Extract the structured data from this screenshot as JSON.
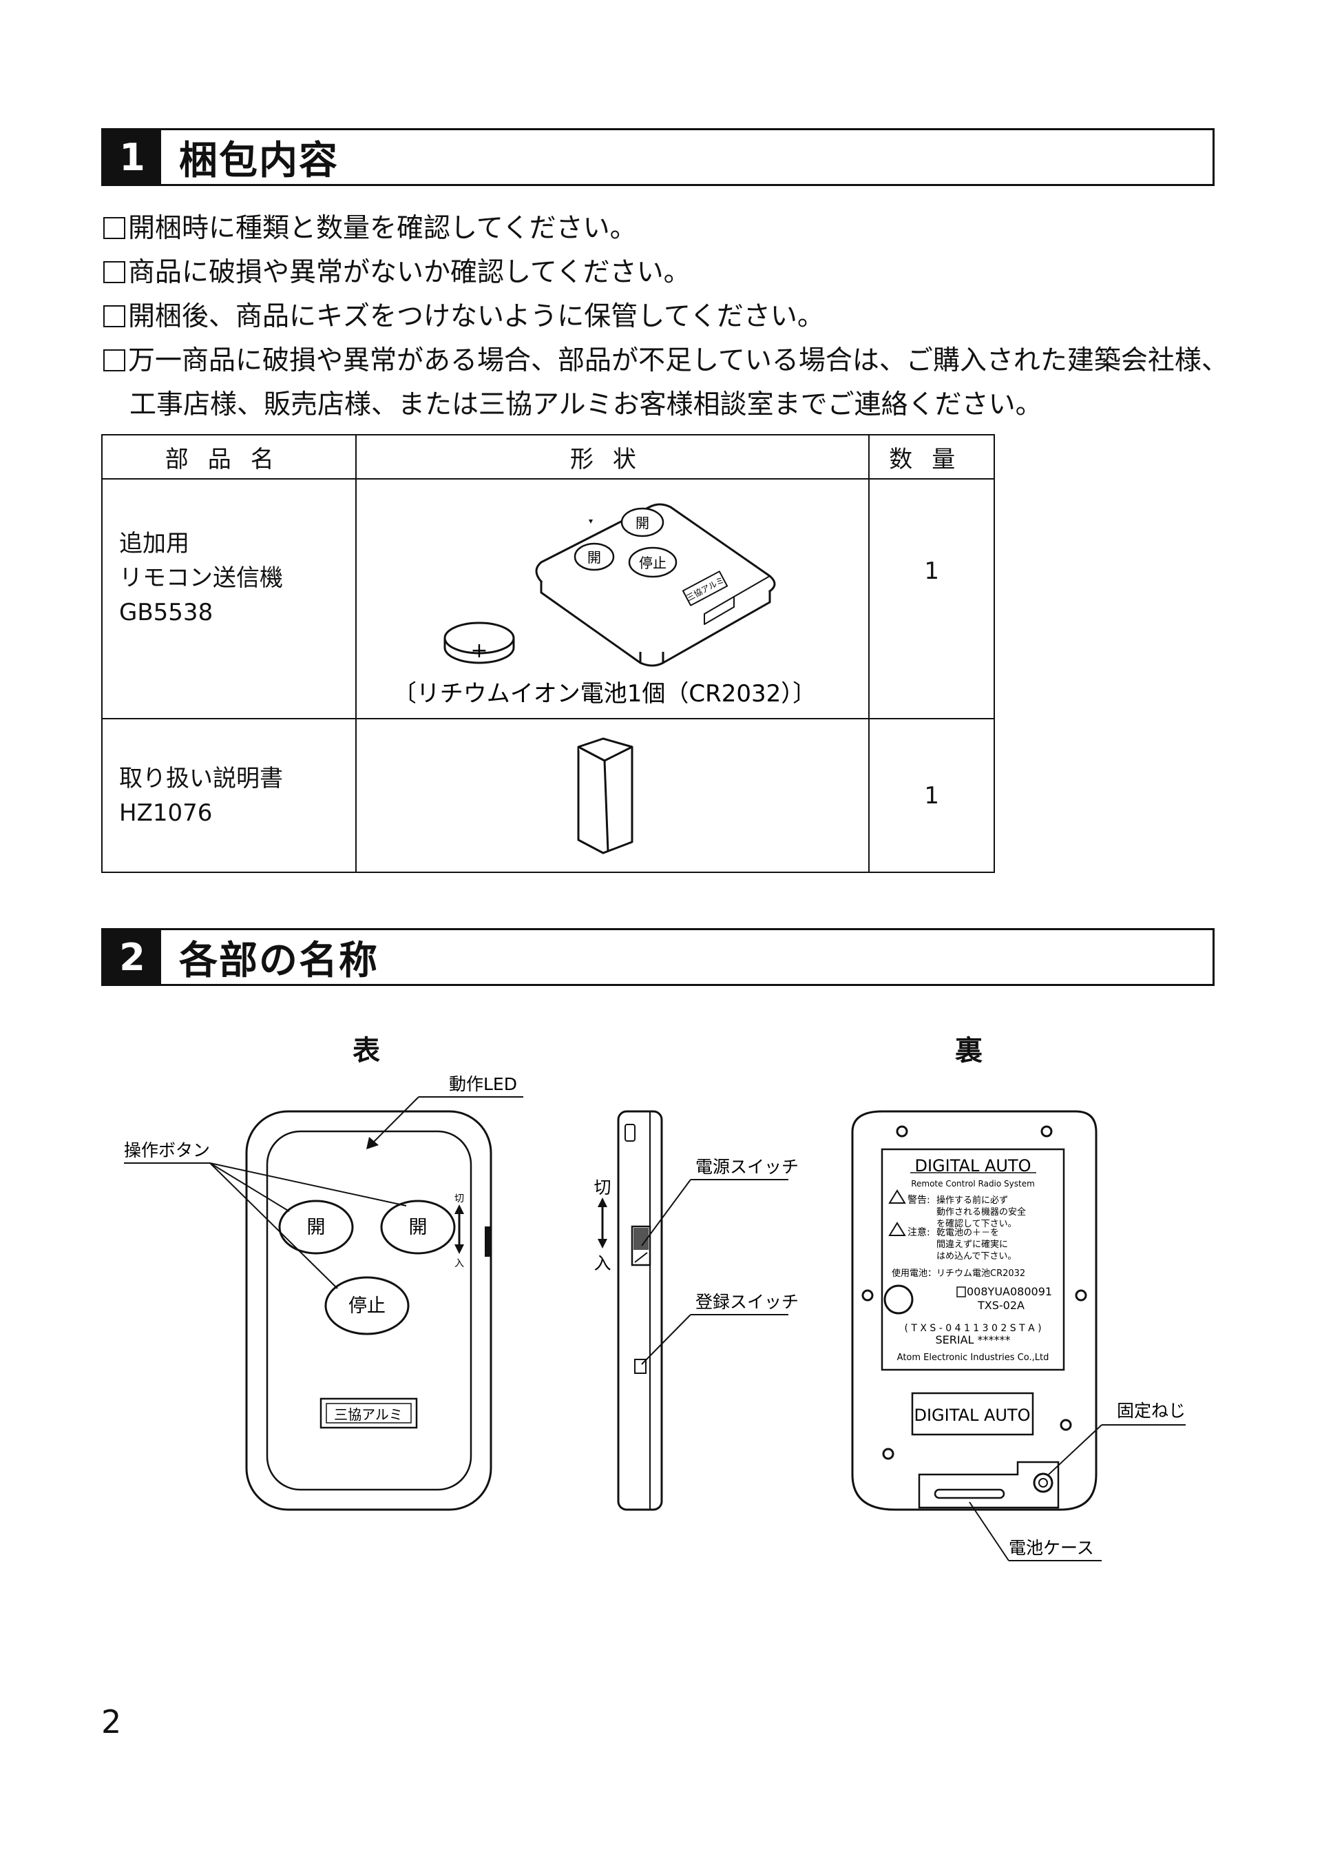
{
  "section1": {
    "number": "1",
    "title": "梱包内容"
  },
  "notes": [
    "開梱時に種類と数量を確認してください。",
    "商品に破損や異常がないか確認してください。",
    "開梱後、商品にキズをつけないように保管してください。",
    "万一商品に破損や異常がある場合、部品が不足している場合は、ご購入された建築会社様、"
  ],
  "note_continuation": "工事店様、販売店様、または三協アルミお客様相談室までご連絡ください。",
  "table": {
    "headers": [
      "部品名",
      "形状",
      "数量"
    ],
    "rows": [
      {
        "name_lines": [
          "追加用",
          "リモコン送信機",
          "GB5538"
        ],
        "qty": "1",
        "caption": "〔リチウムイオン電池1個（CR2032）〕"
      },
      {
        "name_lines": [
          "取り扱い説明書",
          "HZ1076"
        ],
        "qty": "1"
      }
    ]
  },
  "remote_labels": {
    "open1": "開",
    "open2": "開",
    "stop": "停止",
    "brand": "三協アルミ",
    "battery_plus": "+",
    "label_small": "三協アルミ"
  },
  "section2": {
    "number": "2",
    "title": "各部の名称"
  },
  "views": {
    "front": "表",
    "back": "裏"
  },
  "callouts": {
    "led": "動作LED",
    "buttons": "操作ボタン",
    "power_switch": "電源スイッチ",
    "register_switch": "登録スイッチ",
    "screw": "固定ねじ",
    "battery_case": "電池ケース",
    "off": "切",
    "on": "入"
  },
  "back_label": {
    "brand": "DIGITAL AUTO",
    "system": "Remote Control Radio System",
    "warn_head": "警告:",
    "warn_lines": [
      "操作する前に必ず",
      "動作される機器の安全",
      "を確認して下さい。"
    ],
    "caution_head": "注意:",
    "caution_lines": [
      "乾電池の＋－を",
      "間違えずに確実に",
      "はめ込んで下さい。"
    ],
    "battery": "使用電池：リチウム電池CR2032",
    "cert": "008YUA080091",
    "model": "TXS-02A",
    "serial_code": "( T X S - 0 4 1 1 3 0 2 S T A )",
    "serial": "SERIAL ******",
    "maker": "Atom Electronic Industries Co.,Ltd",
    "lower_brand": "DIGITAL AUTO"
  },
  "page_number": "2"
}
